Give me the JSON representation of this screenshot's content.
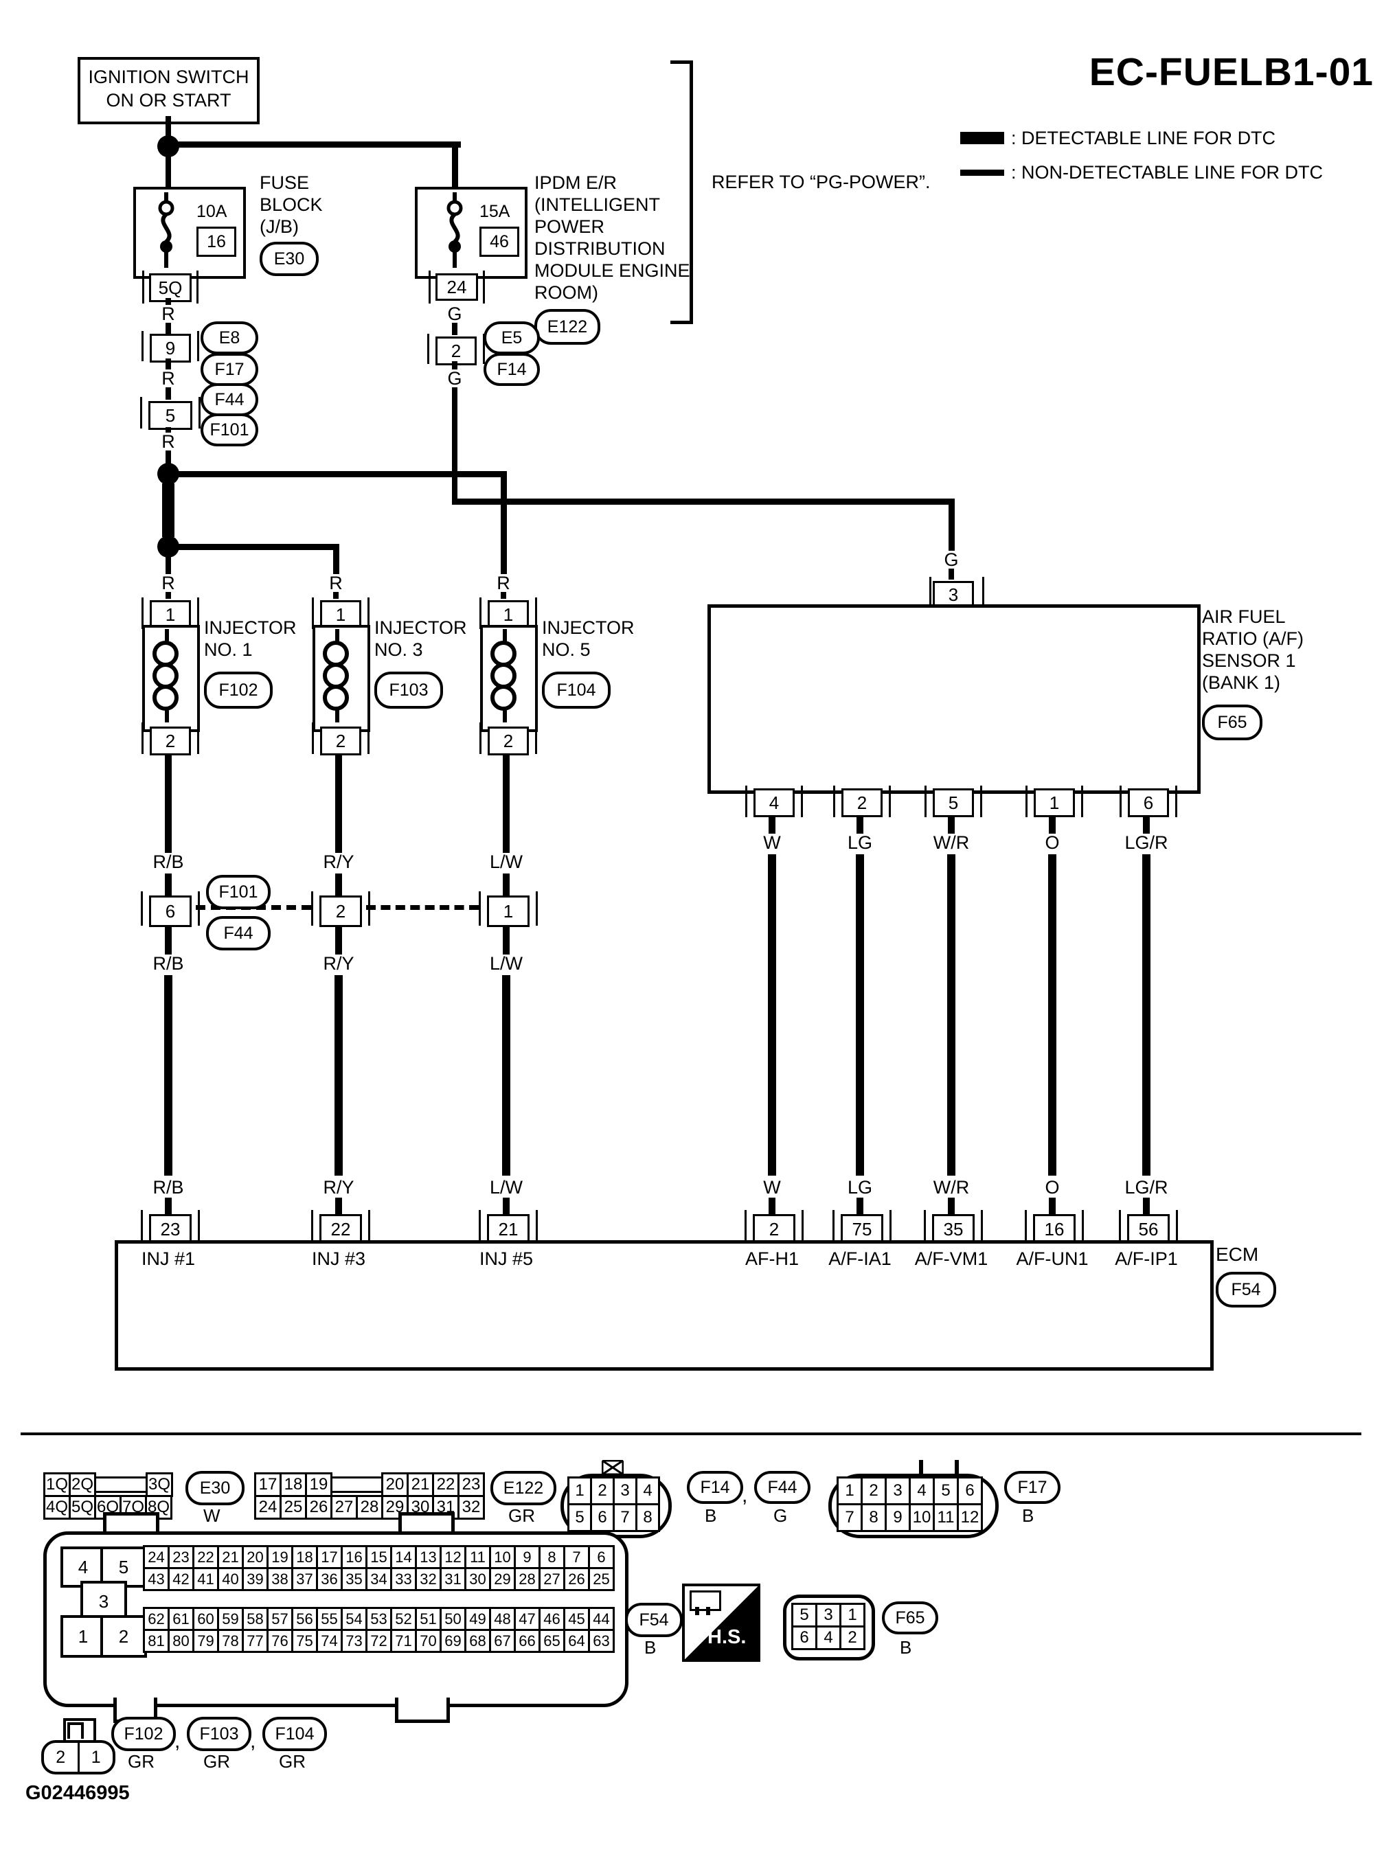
{
  "page": {
    "title": "EC-FUELB1-01",
    "figure_id": "G02446995"
  },
  "legend": {
    "detectable": ": DETECTABLE LINE FOR DTC",
    "non_detectable": ": NON-DETECTABLE LINE FOR DTC"
  },
  "notes": {
    "refer": "REFER TO “PG-POWER”."
  },
  "power": {
    "ignition": {
      "lines": [
        "IGNITION SWITCH",
        "ON OR START"
      ]
    },
    "fuse1": {
      "rating": "10A",
      "fuse_no": "16",
      "name_lines": [
        "FUSE",
        "BLOCK",
        "(J/B)"
      ],
      "connector": "E30",
      "out_pin": "5Q"
    },
    "fuse2": {
      "rating": "15A",
      "fuse_no": "46",
      "name_lines": [
        "IPDM E/R",
        "(INTELLIGENT",
        "POWER",
        "DISTRIBUTION",
        "MODULE ENGINE",
        "ROOM)"
      ],
      "connector": "E122",
      "out_pin": "24"
    }
  },
  "left_chain": {
    "wire": "R",
    "conn1_pin": "9",
    "conn1_refs": [
      "E8",
      "F17"
    ],
    "conn2_pin": "5",
    "conn2_refs": [
      "F44",
      "F101"
    ]
  },
  "right_chain": {
    "wire": "G",
    "conn1_pin": "2",
    "conn1_refs": [
      "E5",
      "F14"
    ]
  },
  "sensor": {
    "name_lines": [
      "AIR FUEL",
      "RATIO (A/F)",
      "SENSOR 1",
      "(BANK 1)"
    ],
    "connector": "F65",
    "top_pin": "3",
    "top_wire": "G",
    "pins": [
      "4",
      "2",
      "5",
      "1",
      "6"
    ],
    "wires": [
      "W",
      "LG",
      "W/R",
      "O",
      "LG/R"
    ]
  },
  "injectors": [
    {
      "name_lines": [
        "INJECTOR",
        "NO. 1"
      ],
      "connector": "F102",
      "pin_top": "1",
      "pin_bottom": "2",
      "supply_wire": "R",
      "wire": "R/B",
      "mid_pin": "6"
    },
    {
      "name_lines": [
        "INJECTOR",
        "NO. 3"
      ],
      "connector": "F103",
      "pin_top": "1",
      "pin_bottom": "2",
      "supply_wire": "R",
      "wire": "R/Y",
      "mid_pin": "2"
    },
    {
      "name_lines": [
        "INJECTOR",
        "NO. 5"
      ],
      "connector": "F104",
      "pin_top": "1",
      "pin_bottom": "2",
      "supply_wire": "R",
      "wire": "L/W",
      "mid_pin": "1"
    }
  ],
  "mid_conn_refs": [
    "F101",
    "F44"
  ],
  "ecm": {
    "name": "ECM",
    "connector": "F54",
    "pins": [
      {
        "pin": "23",
        "label": "INJ #1"
      },
      {
        "pin": "22",
        "label": "INJ #3"
      },
      {
        "pin": "21",
        "label": "INJ #5"
      },
      {
        "pin": "2",
        "label": "AF-H1"
      },
      {
        "pin": "75",
        "label": "A/F-IA1"
      },
      {
        "pin": "35",
        "label": "A/F-VM1"
      },
      {
        "pin": "16",
        "label": "A/F-UN1"
      },
      {
        "pin": "56",
        "label": "A/F-IP1"
      }
    ]
  },
  "footer": {
    "sep": ",",
    "e30": {
      "ref": "E30",
      "color": "W",
      "rows": [
        [
          "1Q",
          "2Q",
          "",
          "3Q"
        ],
        [
          "4Q",
          "5Q",
          "6Q",
          "7Q",
          "8Q"
        ]
      ]
    },
    "e122": {
      "ref": "E122",
      "color": "GR",
      "rows": [
        [
          "17",
          "18",
          "19",
          "",
          "20",
          "21",
          "22",
          "23"
        ],
        [
          "24",
          "25",
          "26",
          "27",
          "28",
          "29",
          "30",
          "31",
          "32"
        ]
      ]
    },
    "f14f44": {
      "refs": [
        "F14",
        "F44"
      ],
      "colors": [
        "B",
        "G"
      ],
      "rows": [
        [
          "1",
          "2",
          "3",
          "4"
        ],
        [
          "5",
          "6",
          "7",
          "8"
        ]
      ]
    },
    "f17": {
      "ref": "F17",
      "color": "B",
      "rows": [
        [
          "1",
          "2",
          "3",
          "4",
          "5",
          "6"
        ],
        [
          "7",
          "8",
          "9",
          "10",
          "11",
          "12"
        ]
      ]
    },
    "f54": {
      "ref": "F54",
      "color": "B",
      "aux": [
        "4",
        "5",
        "3",
        "1",
        "2"
      ],
      "grid_top": [
        [
          "24",
          "23",
          "22",
          "21",
          "20",
          "19",
          "18",
          "17",
          "16",
          "15",
          "14",
          "13",
          "12",
          "11",
          "10",
          "9",
          "8",
          "7",
          "6"
        ],
        [
          "43",
          "42",
          "41",
          "40",
          "39",
          "38",
          "37",
          "36",
          "35",
          "34",
          "33",
          "32",
          "31",
          "30",
          "29",
          "28",
          "27",
          "26",
          "25"
        ]
      ],
      "grid_bottom": [
        [
          "62",
          "61",
          "60",
          "59",
          "58",
          "57",
          "56",
          "55",
          "54",
          "53",
          "52",
          "51",
          "50",
          "49",
          "48",
          "47",
          "46",
          "45",
          "44"
        ],
        [
          "81",
          "80",
          "79",
          "78",
          "77",
          "76",
          "75",
          "74",
          "73",
          "72",
          "71",
          "70",
          "69",
          "68",
          "67",
          "66",
          "65",
          "64",
          "63"
        ]
      ]
    },
    "hs": {
      "label": "H.S."
    },
    "f65": {
      "ref": "F65",
      "color": "B",
      "rows": [
        [
          "5",
          "3",
          "1"
        ],
        [
          "6",
          "4",
          "2"
        ]
      ]
    },
    "inj_conn": {
      "refs": [
        "F102",
        "F103",
        "F104"
      ],
      "colors": [
        "GR",
        "GR",
        "GR"
      ],
      "rows": [
        [
          "2",
          "1"
        ]
      ]
    }
  }
}
